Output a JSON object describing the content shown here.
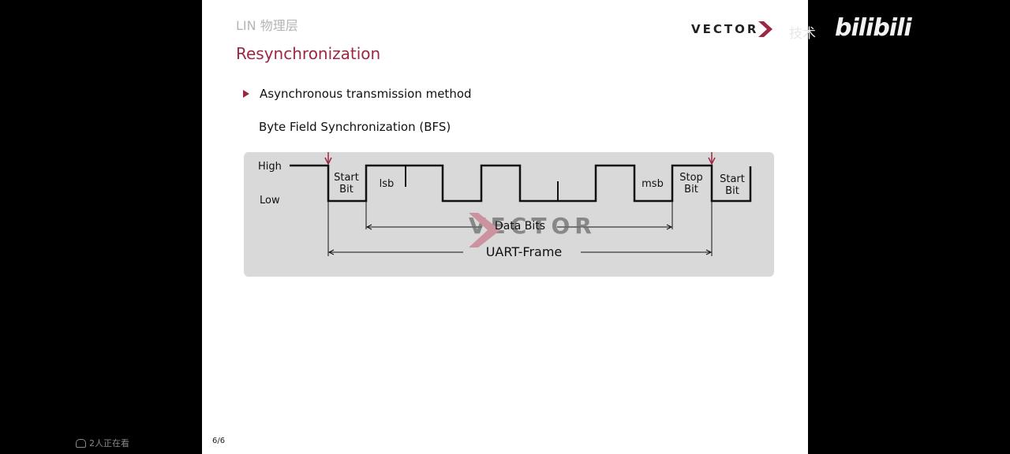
{
  "slide": {
    "breadcrumb": "LIN 物理层",
    "title": "Resynchronization",
    "logo_text": "VECTOR",
    "bullet": "Asynchronous transmission method",
    "subheading": "Byte Field Synchronization (BFS)",
    "page_number": "6/6"
  },
  "diagram": {
    "level_high": "High",
    "level_low": "Low",
    "start_bit": "Start Bit",
    "lsb": "lsb",
    "msb": "msb",
    "stop_bit": "Stop Bit",
    "start_bit_2": "Start Bit",
    "data_bits": "Data Bits",
    "uart_frame": "UART-Frame",
    "watermark": "VECTOR"
  },
  "overlay": {
    "channel_suffix": "技术",
    "brand": "bilibili",
    "viewers": "2人正在看"
  },
  "colors": {
    "accent": "#9b2743",
    "diagram_bg": "#d9d9d9",
    "background": "#000000"
  }
}
